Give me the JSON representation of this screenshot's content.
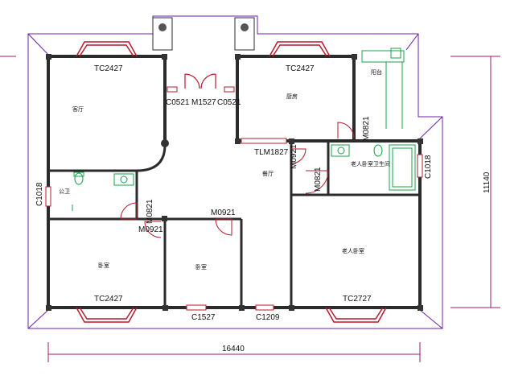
{
  "plan": {
    "dim_width": "16440",
    "dim_depth": "11140",
    "rooms": {
      "living_room": "客厅",
      "kitchen": "厨房",
      "dining_room": "餐厅",
      "public_bathroom": "公卫",
      "bedroom_left": "卧室",
      "bedroom_middle": "卧室",
      "elder_bedroom": "老人卧室",
      "elder_bathroom": "老人卧室卫生间",
      "balcony": "阳台"
    },
    "openings": {
      "tc_living": "TC2427",
      "tc_kitchen": "TC2427",
      "tc_bedroom": "TC2427",
      "tc_elder": "TC2727",
      "c0521_left": "C0521",
      "m1527": "M1527",
      "c0521_right": "C0521",
      "tlm1827": "TLM1827",
      "m0821_kitchen": "M0821",
      "m0921_dining": "M0921",
      "m0821_elder": "M0821",
      "c1018_right": "C1018",
      "c1018_left": "C1018",
      "m0821_bath": "M0821",
      "m0921_bedroom": "M0921",
      "m0921_bedroom2": "M0921",
      "c1527": "C1527",
      "c1209": "C1209"
    },
    "colors": {
      "wall": "#2b2b2b",
      "window": "#b8192a",
      "fixture": "#16a34a",
      "outline": "#6b21a8",
      "dimension": "#9d1a6e"
    }
  }
}
